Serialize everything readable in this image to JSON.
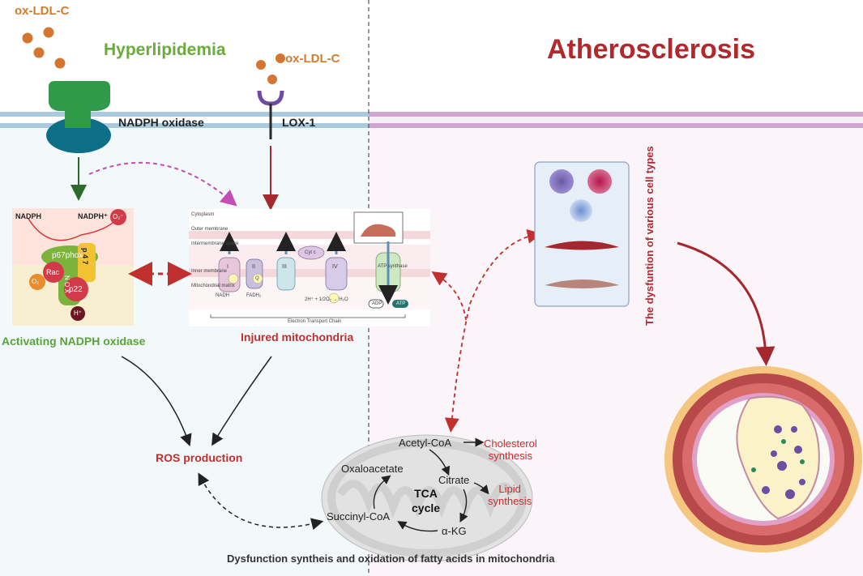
{
  "labels": {
    "oxldl_1": "ox-LDL-C",
    "oxldl_2": "ox-LDL-C",
    "hyperlipidemia": "Hyperlipidemia",
    "atherosclerosis": "Atherosclerosis",
    "nadph_oxidase": "NADPH oxidase",
    "lox1": "LOX-1",
    "activating_nadph": "Activating NADPH oxidase",
    "injured_mito": "Injured mitochondria",
    "ros": "ROS production",
    "cell_types": "The dysfuntion of various cell types",
    "footer": "Dysfunction syntheis and oxidation of fatty acids in mitochondria"
  },
  "nadph_complex": {
    "nadph": "NADPH",
    "nadph_plus": "NADPH⁺",
    "o2_minus": "O₂⁻",
    "p67phox": "p67phox",
    "rac": "Rac",
    "nox": "N O X",
    "p47": "p 4 7",
    "o2": "O₂",
    "p22": "p22",
    "h_plus": "H⁺"
  },
  "etc": {
    "cytoplasm": "Cytoplasm",
    "outer_membrane": "Outer membrane",
    "intermembrane": "Intermembrane space",
    "inner_membrane": "Inner membrane",
    "matrix": "Mitochondrial matrix",
    "c1": "I",
    "c2": "II",
    "c3": "III",
    "c4": "IV",
    "q": "Q",
    "cyt_c": "Cyt c",
    "fadh": "FADH₂",
    "atp_synthase": "ATP synthase",
    "adp": "ADP",
    "atp": "ATP",
    "nadh": "NADH",
    "reaction": "2H⁺ + 1/2O₂ → H₂O",
    "chain": "Electron Transport Chain"
  },
  "tca": {
    "acetyl": "Acetyl-CoA",
    "cholesterol": "Cholesterol\nsynthesis",
    "oxaloacetate": "Oxaloacetate",
    "citrate": "Citrate",
    "lipid": "Lipid\nsynthesis",
    "cycle": "TCA\ncycle",
    "succinyl": "Succinyl-CoA",
    "akg": "α-KG"
  },
  "colors": {
    "orange": "#d47a2c",
    "green": "#5aa33a",
    "dark_red": "#b3282d",
    "teal": "#0c6e87",
    "magenta": "#c44db4",
    "membrane_blue": "#a9c9dc",
    "membrane_pink": "#cfa6cf"
  }
}
